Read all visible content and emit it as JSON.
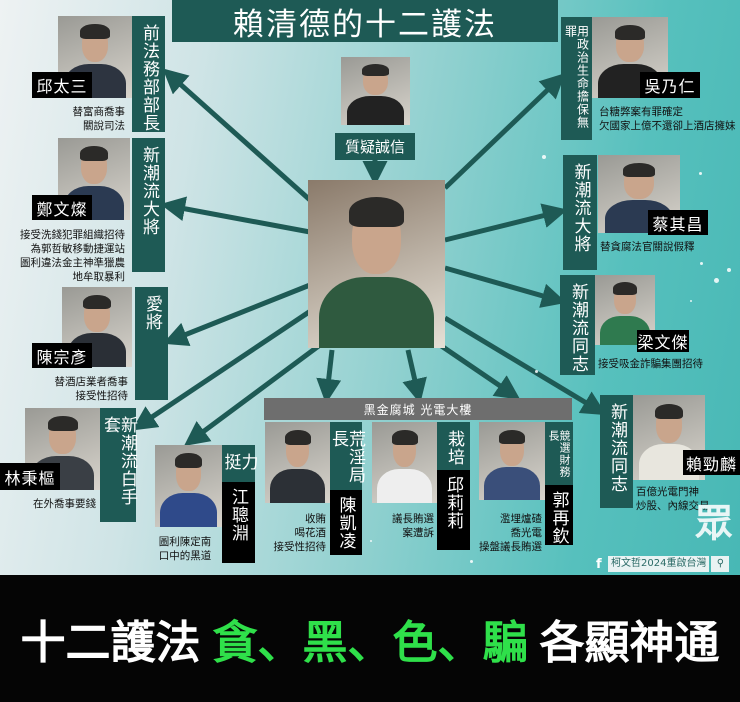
{
  "title": "賴清德的十二護法",
  "tsai": {
    "label": "質疑誠信"
  },
  "group_bar": "黑金腐城  光電大樓",
  "people": [
    {
      "name": "邱太三",
      "role": "前法務部部長",
      "desc": "替富商喬事\n關說司法"
    },
    {
      "name": "鄭文燦",
      "role": "新潮流大將",
      "desc": "接受洗錢犯罪組織招待\n為郭哲敏移動捷運站\n圖利違法金主神準獵農\n地牟取暴利"
    },
    {
      "name": "陳宗彥",
      "role": "愛將",
      "desc": "替酒店業者喬事\n接受性招待"
    },
    {
      "name": "林秉樞",
      "role": "新潮流白手套",
      "desc": "在外喬事要錢"
    },
    {
      "name": "江聰淵",
      "role": "力挺",
      "desc": "圖利陳定南\n口中的黑道"
    },
    {
      "name": "陳凱凌",
      "role": "荒淫局長",
      "desc": "收賄\n喝花酒\n接受性招待"
    },
    {
      "name": "邱莉莉",
      "role": "栽培",
      "desc": "議長賄選\n案遭訴"
    },
    {
      "name": "郭再欽",
      "role": "競選財務長",
      "desc": "濫埋爐碴\n喬光電\n操盤議長賄選"
    },
    {
      "name": "吳乃仁",
      "role": "用政治生命擔保無罪",
      "desc": "台糖弊案有罪確定\n欠國家上億不還卻上酒店擁妹"
    },
    {
      "name": "蔡其昌",
      "role": "新潮流大將",
      "desc": "替貪腐法官關說假釋"
    },
    {
      "name": "梁文傑",
      "role": "新潮流同志",
      "desc": "接受吸金詐騙集團招待"
    },
    {
      "name": "賴勁麟",
      "role": "新潮流同志",
      "desc": "百億光電門神\n炒股、內線交易"
    }
  ],
  "banner": {
    "left": "十二護法",
    "middle": "貪、黑、色、騙",
    "right": "各顯神通"
  },
  "watermark": {
    "logo_text": "眾",
    "facebook_icon": "f",
    "page_name": "柯文哲2024重啟台灣",
    "search_icon": "search-icon"
  },
  "colors": {
    "label_teal": "#1e5a55",
    "banner_green": "#2fe04a",
    "name_black": "#000000"
  }
}
